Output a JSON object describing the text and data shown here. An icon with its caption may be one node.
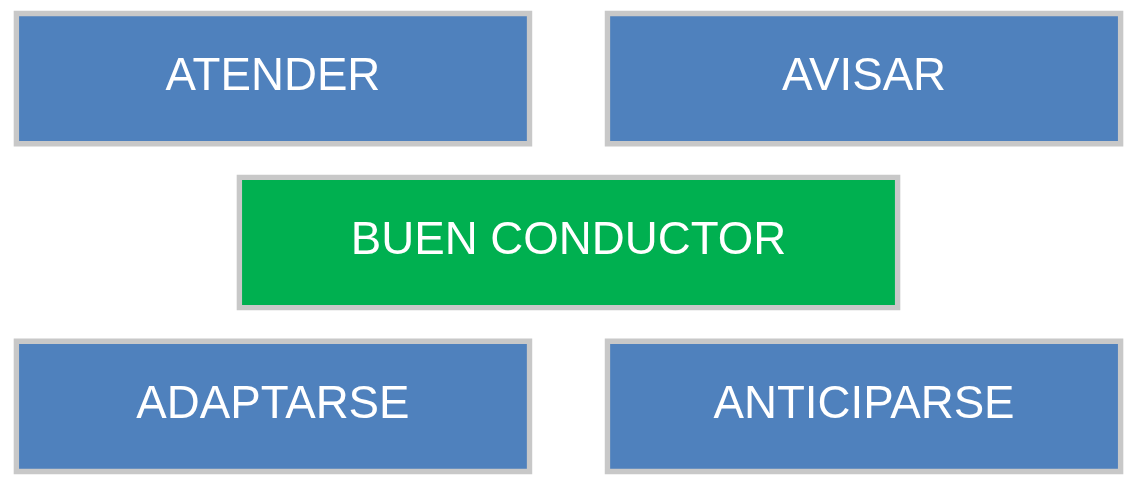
{
  "diagram": {
    "nodes": [
      {
        "text": [
          "ATENDER"
        ]
      },
      {
        "text": [
          "AVISAR"
        ]
      },
      {
        "text": [
          "BUEN CONDUCTOR"
        ]
      },
      {
        "text": [
          "ADAPTARSE"
        ]
      },
      {
        "text": [
          "ANTICIPARSE"
        ]
      }
    ]
  }
}
